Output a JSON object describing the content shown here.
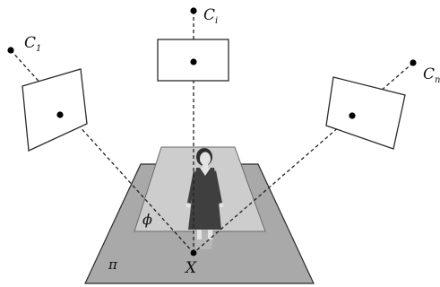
{
  "labels": {
    "camera_1": {
      "main": "C",
      "sub": "1"
    },
    "camera_i": {
      "main": "C",
      "sub": "i"
    },
    "camera_n": {
      "main": "C",
      "sub": "n"
    },
    "point": "X",
    "inner_plane": "ϕ",
    "ground_plane": "π"
  },
  "colors": {
    "background": "#ffffff",
    "ground_plane": "#a9a9a9",
    "inner_plane": "#cdcdcd",
    "outline": "#2a2a2a",
    "figure_dress": "#3f3f3f",
    "figure_skin": "#e3e3e3",
    "ray": "#222222",
    "point": "#000000"
  }
}
